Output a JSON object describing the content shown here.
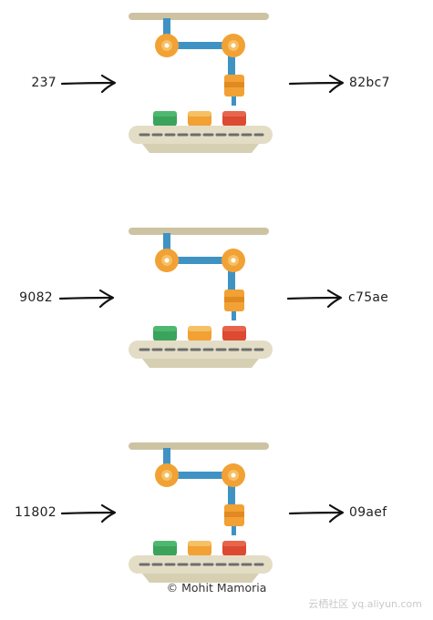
{
  "rows": [
    {
      "input": "237",
      "output": "82bc7"
    },
    {
      "input": "9082",
      "output": "c75ae"
    },
    {
      "input": "11802",
      "output": "09aef"
    }
  ],
  "credit": "© Mohit Mamoria",
  "watermark": "云栖社区 yq.aliyun.com",
  "colors": {
    "rail": "#cdc3a3",
    "arm": "#3f93c4",
    "joint": "#f2a134",
    "joint_core": "#f6c064",
    "belt": "#e3ddc6",
    "belt_dash": "#6d6d6d",
    "block_green": "#3ba35b",
    "block_orange": "#f2a134",
    "block_red": "#dc4a32",
    "text": "#222222"
  }
}
